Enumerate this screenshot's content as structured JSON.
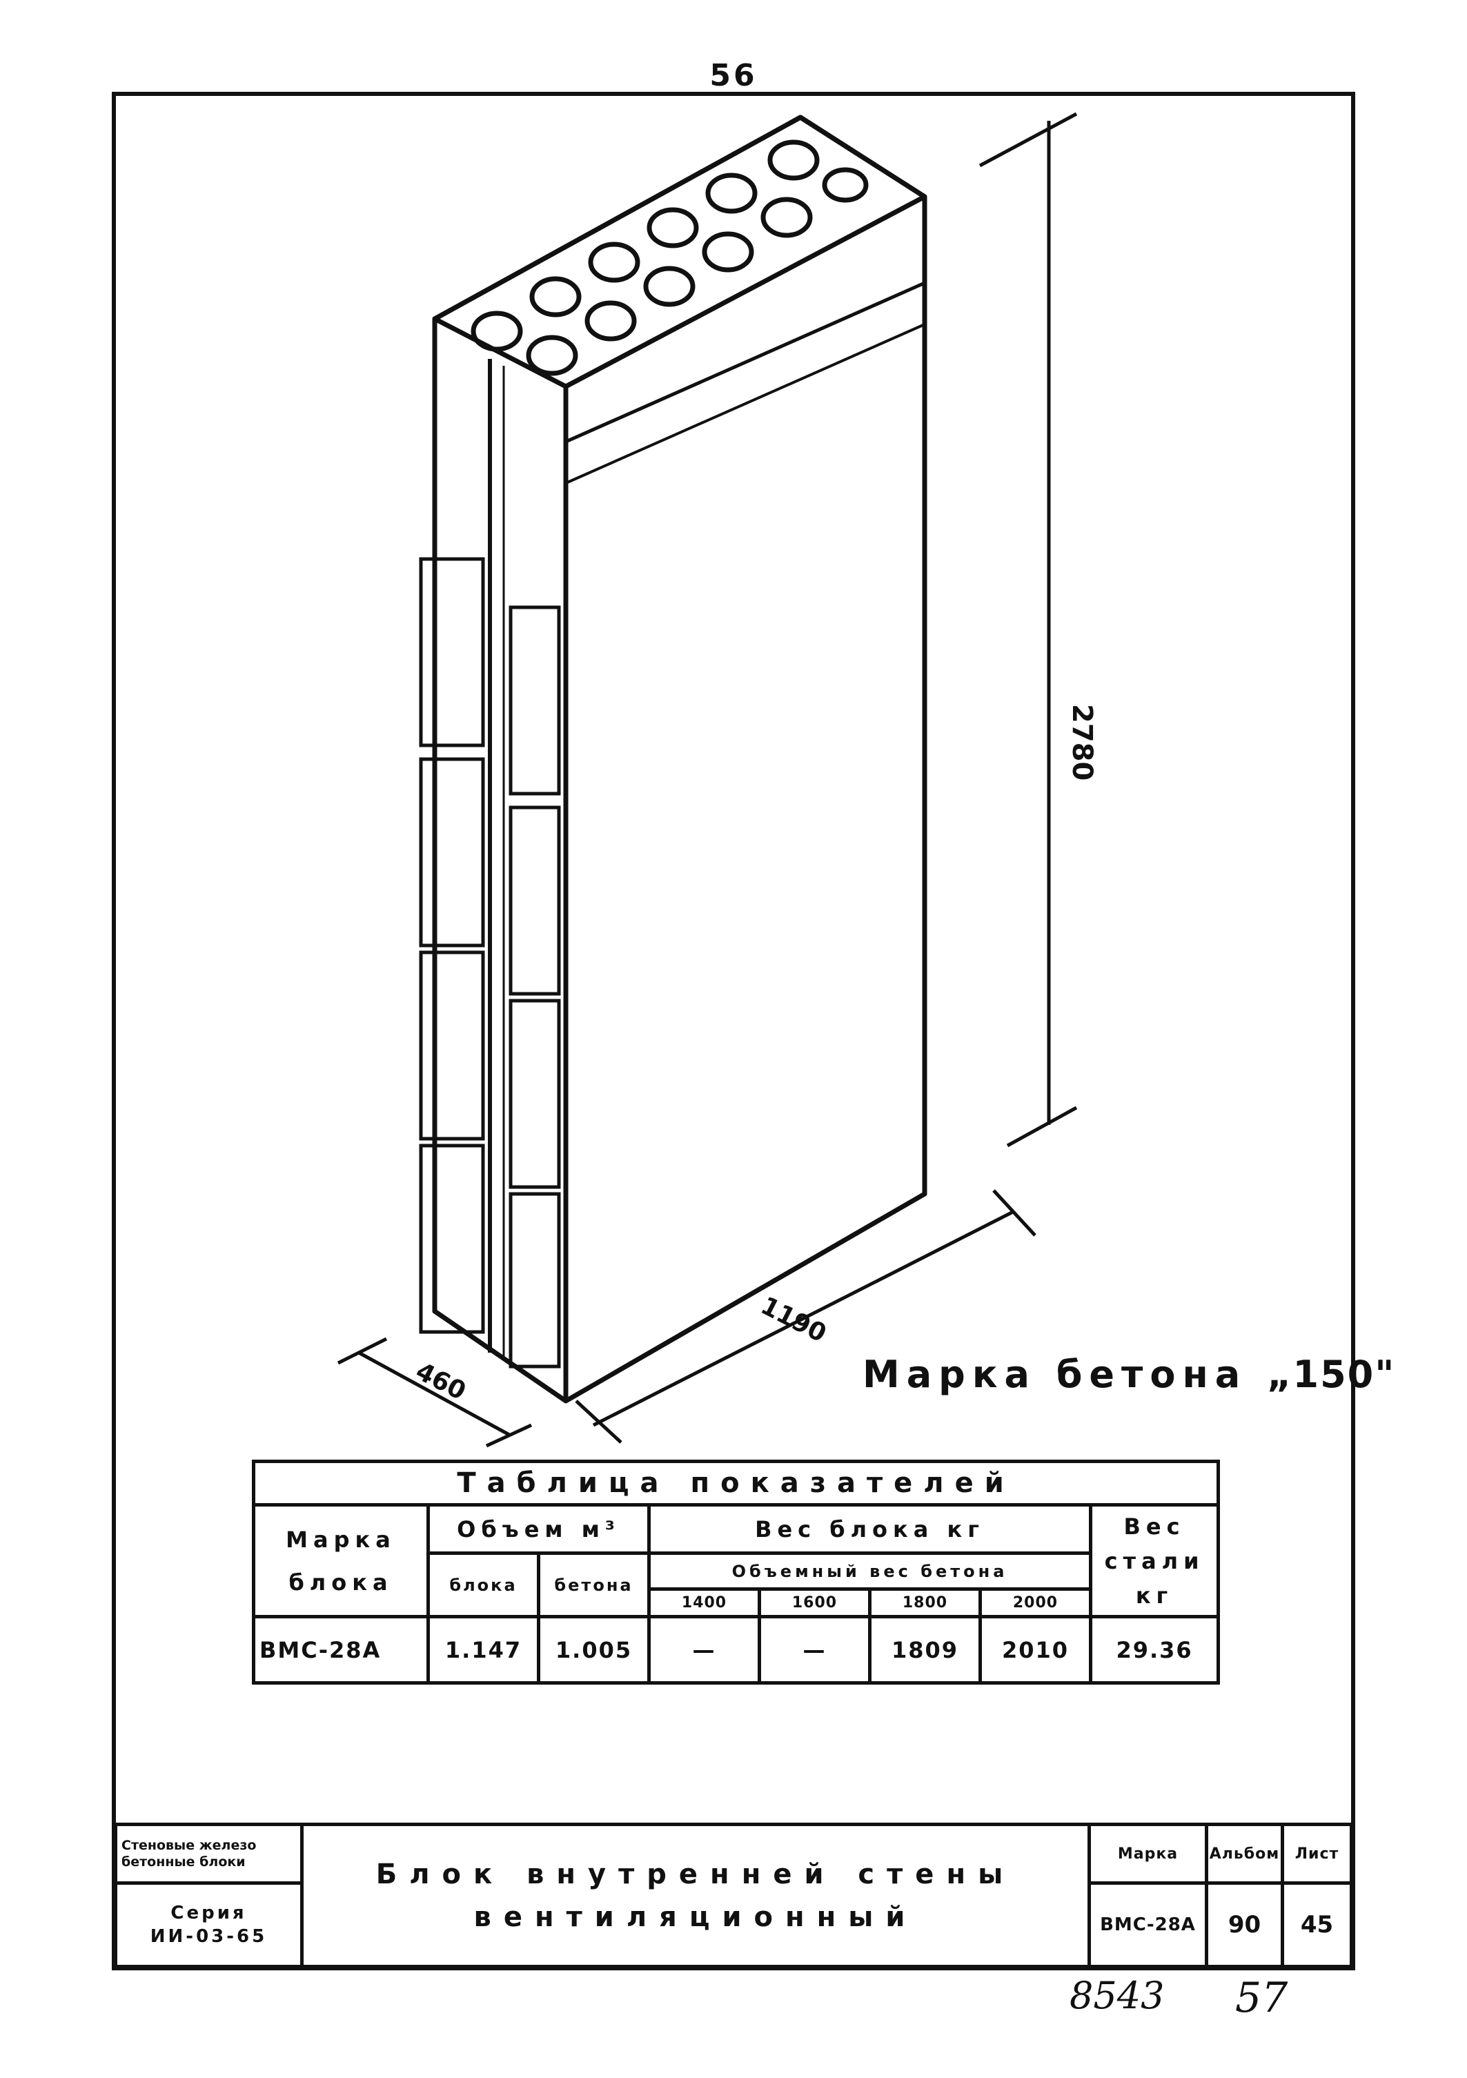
{
  "page_number": "56",
  "drawing": {
    "dim_height": "2780",
    "dim_length": "1190",
    "dim_width": "460"
  },
  "concrete_grade": {
    "label": "Марка бетона",
    "value": "„150\""
  },
  "indicators_table": {
    "title": "Таблица показателей",
    "col_mark": "Марка блока",
    "col_volume": "Объем м³",
    "col_volume_block": "блока",
    "col_volume_concrete": "бетона",
    "col_weight": "Вес блока кг",
    "col_weight_sub": "Объемный вес бетона",
    "weight_classes": [
      "1400",
      "1600",
      "1800",
      "2000"
    ],
    "col_steel": "Вес стали кг",
    "row": {
      "mark": "ВМС-28А",
      "volume_block": "1.147",
      "volume_concrete": "1.005",
      "w1400": "—",
      "w1600": "—",
      "w1800": "1809",
      "w2000": "2010",
      "steel": "29.36"
    }
  },
  "title_block": {
    "org_line1": "Стеновые железо",
    "org_line2": "бетонные блоки",
    "series_label": "Серия",
    "series_value": "ИИ-03-65",
    "name_line1": "Блок внутренней стены",
    "name_line2": "вентиляционный",
    "mark_head": "Марка",
    "mark_value": "ВМС-28А",
    "album_head": "Альбом",
    "album_value": "90",
    "sheet_head": "Лист",
    "sheet_value": "45"
  },
  "handwritten": {
    "number": "8543",
    "page": "57"
  }
}
